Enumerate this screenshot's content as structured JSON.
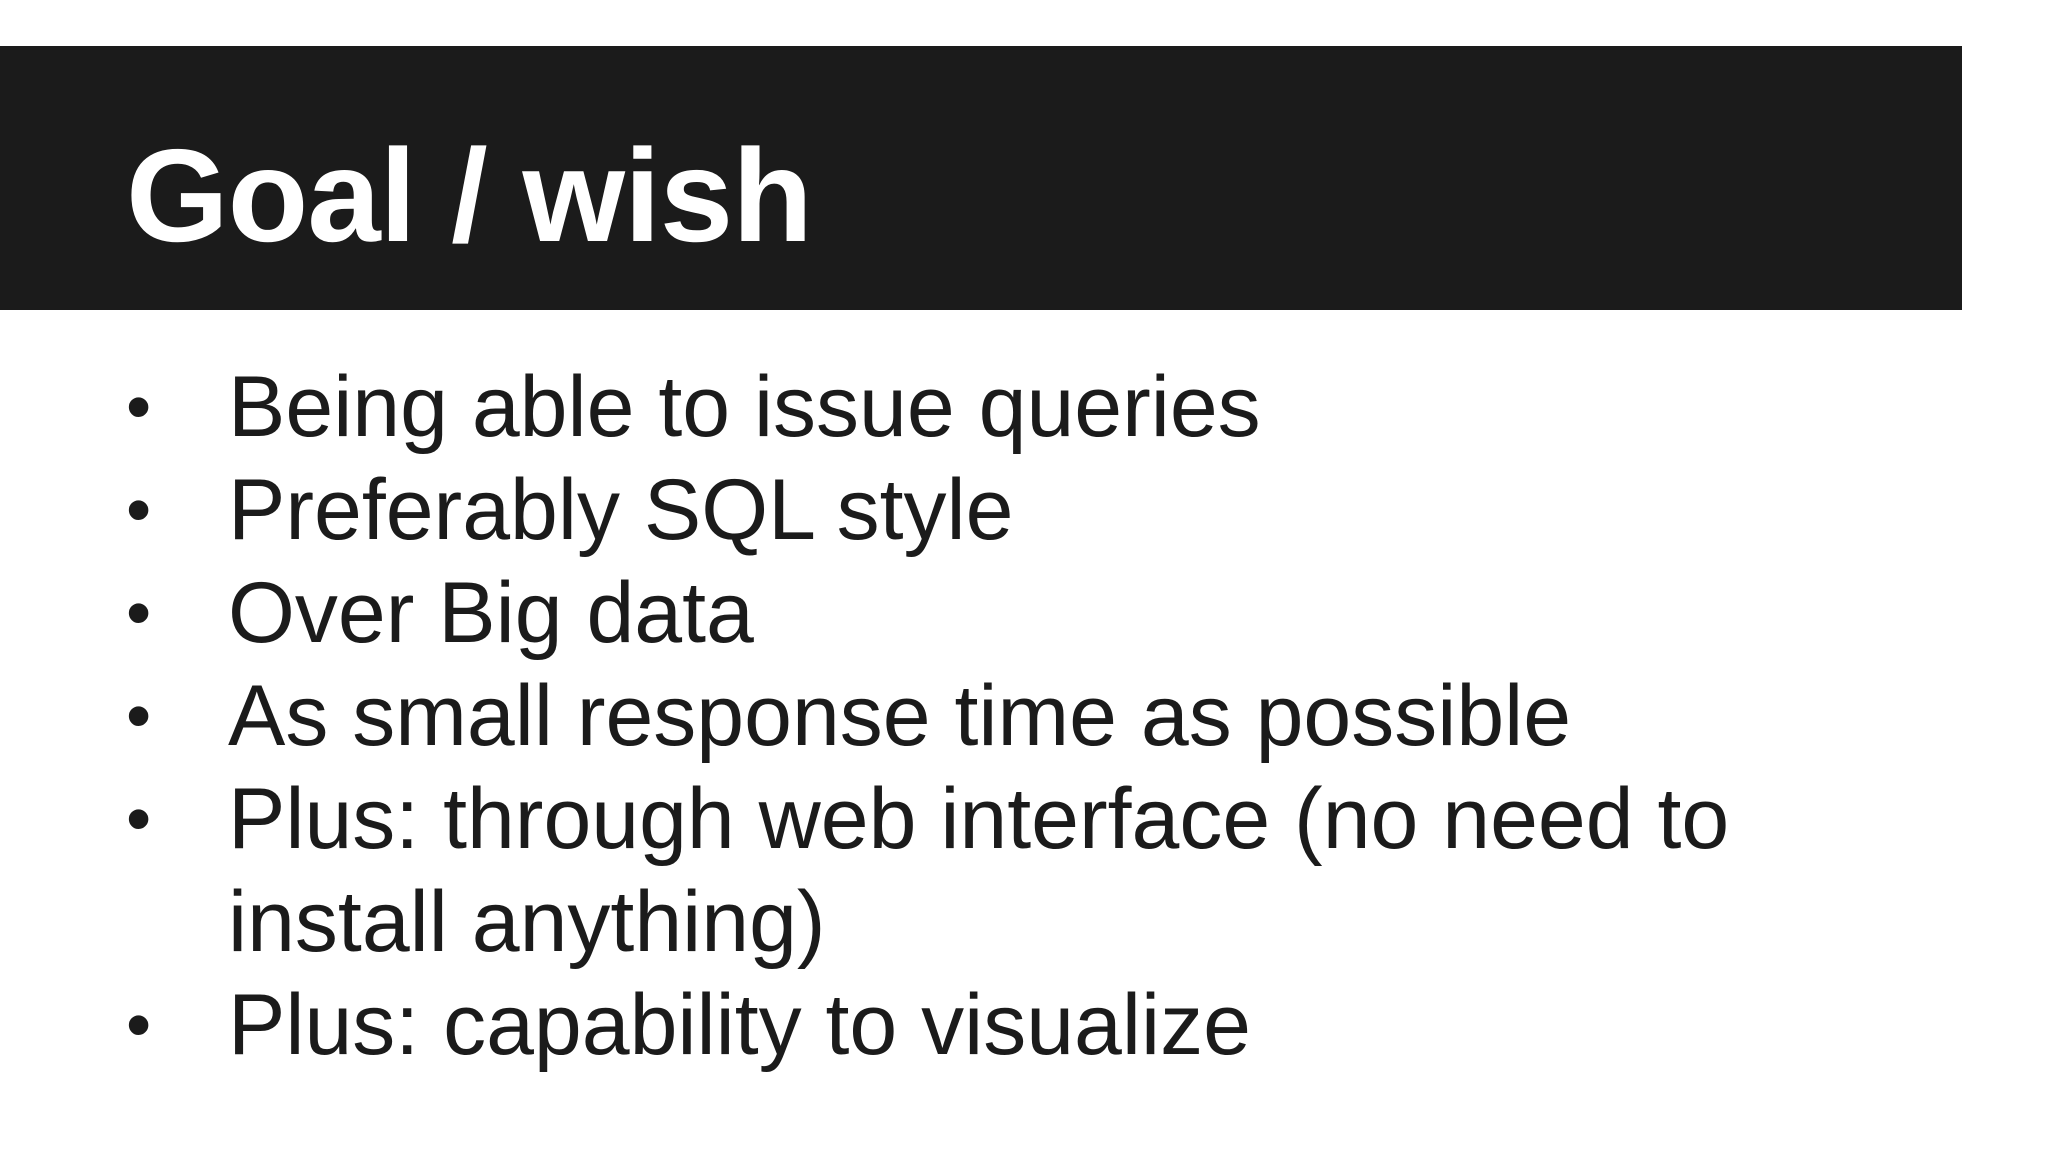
{
  "slide": {
    "title": "Goal / wish",
    "bullet_symbol": "•",
    "bullets": [
      "Being able to issue queries",
      "Preferably SQL style",
      "Over Big data",
      "As small response time as possible",
      "Plus: through web interface (no need to install anything)",
      "Plus: capability to visualize"
    ]
  },
  "colors": {
    "title_bar_background": "#1b1b1b",
    "title_text": "#ffffff",
    "body_text": "#1b1b1b",
    "slide_background": "#ffffff"
  }
}
